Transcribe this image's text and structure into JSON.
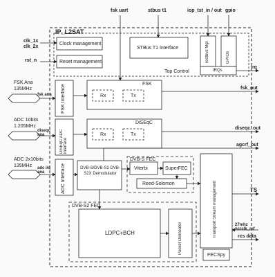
{
  "title": "IP_L2SAT",
  "top_signals": {
    "fsk_uart": "fsk uart",
    "stbus_t1": "stbus t1",
    "iop_tst": "iop_tst_in / out",
    "gpio": "gpio"
  },
  "left_pins": {
    "clk_1x": "clk_1x",
    "clk_2x": "clk_2x",
    "rst_n": "rst_n",
    "fsk_ana": "fsk ana",
    "diseqc_ana": "diseqc ana",
    "adc_iq_ana": "adc i/q ana"
  },
  "right_pins": {
    "irq": "irq",
    "fsk_out": "fsk_out",
    "diseqc_out": "diseqc_out",
    "agcrf_out": "agcrf_out",
    "ts": "TS",
    "ncrclk": "27mhz ncrclk_ref",
    "rcs_data": "rcs data"
  },
  "external_inputs": {
    "fsk": {
      "line1": "FSK Ana",
      "line2": "135MHz"
    },
    "adc10": {
      "line1": "ADC 10bits",
      "line2": "1.205MHz"
    },
    "adc2x10": {
      "line1": "ADC 2x10bits",
      "line2": "135MHz"
    }
  },
  "blocks": {
    "clock_mgmt": "Clock management",
    "reset_mgmt": "Reset management",
    "stbus_iface": "STBus T1 Interface",
    "testbus_mgr": "Testbus Mgr",
    "gpios": "GPIOs",
    "irqs": "IRQs",
    "top_control": "Top Control",
    "fsk_iface": "FSK Interface",
    "diseqc_iface": "DiSEqC ADC Interface",
    "adc_iface": "ADC Interface",
    "fsk": "FSK",
    "fsk_rx": "Rx",
    "fsk_tx": "Tx",
    "diseqc": "DiSEqC",
    "diseqc_rx": "Rx",
    "diseqc_tx": "Tx",
    "demod": "DVB-S/DVB-S2 DVB-S2X Demodulator",
    "dvbs_fec": "DVB-S FEC",
    "viterbi": "Viterbi",
    "superfec": "SuperFEC",
    "reed_solomon": "Reed-Solomon",
    "ts_mgmt": "Transport Stream management",
    "dvbs2_fec": "DVB-S2 FEC",
    "ldpc": "LDPC+BCH",
    "packet_delineator": "Packet Delineator",
    "fecspy": "FECSpy"
  }
}
